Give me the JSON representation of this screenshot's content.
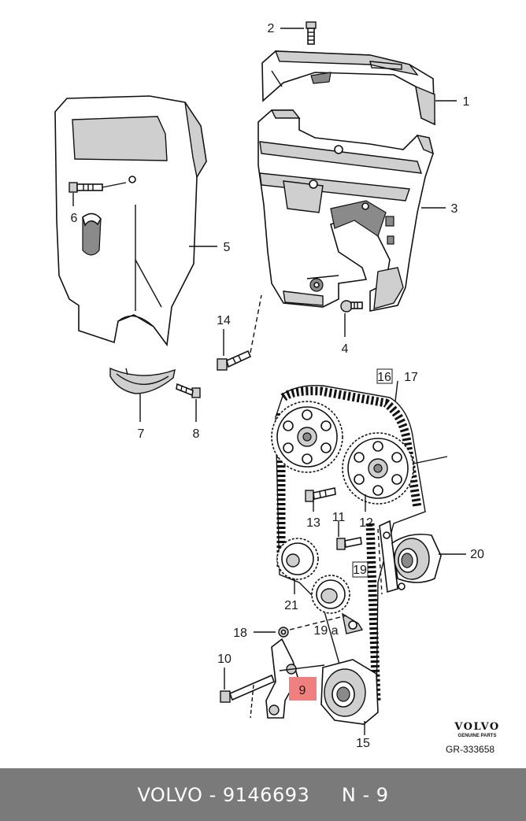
{
  "callouts": {
    "c1": "1",
    "c2": "2",
    "c3": "3",
    "c4": "4",
    "c5": "5",
    "c6": "6",
    "c7": "7",
    "c8": "8",
    "c9": "9",
    "c10": "10",
    "c11": "11",
    "c12": "12",
    "c13": "13",
    "c14": "14",
    "c15": "15",
    "c16": "16",
    "c17": "17",
    "c18": "18",
    "c19": "19",
    "c19a": "19 a",
    "c20": "20",
    "c21": "21"
  },
  "highlighted_callout": "9",
  "brand": {
    "name": "VOLVO",
    "subtitle": "GENUINE PARTS"
  },
  "reference_code": "GR-333658",
  "footer": {
    "text": "VOLVO - 9146693     N - 9"
  },
  "colors": {
    "highlight": "#f08080",
    "footer_bg": "#7a7a7a",
    "footer_text": "#ffffff"
  }
}
